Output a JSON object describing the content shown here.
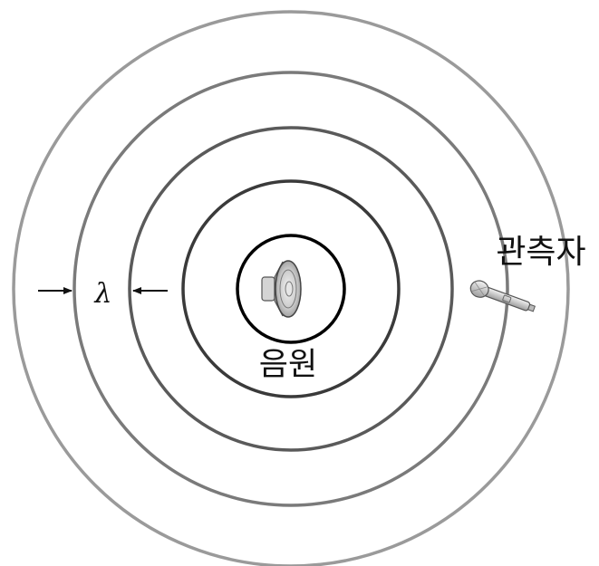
{
  "labels": {
    "observer": "관측자",
    "source": "음원",
    "wavelength": "λ"
  },
  "colors": {
    "background": "#ffffff",
    "ring_outer": "#9a9a9a",
    "ring_2": "#7a7a7a",
    "ring_3": "#5a5a5a",
    "ring_4": "#3a3a3a",
    "ring_source": "#000000",
    "text": "#111111",
    "speaker_body": "#c9c9c9",
    "microphone": "#d8d8d8"
  },
  "icons": {
    "source": "speaker-icon",
    "observer": "microphone-icon"
  }
}
